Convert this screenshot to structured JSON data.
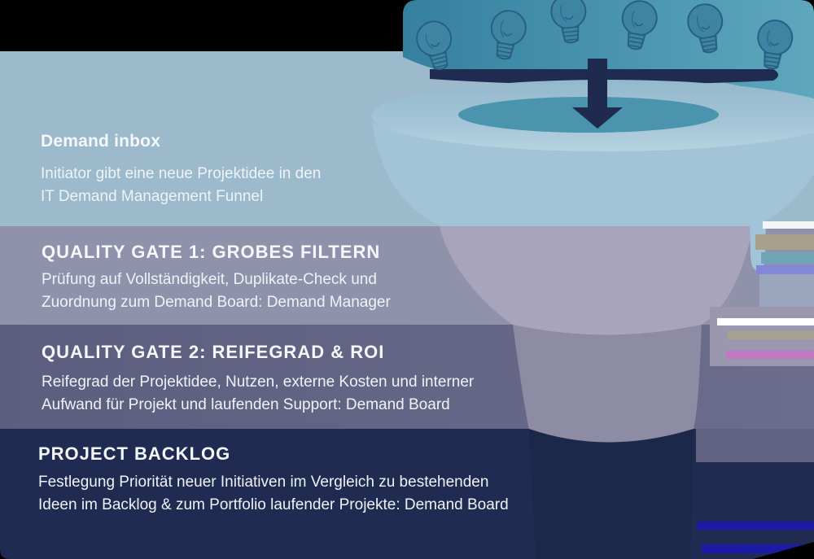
{
  "stages": [
    {
      "title": "Demand inbox",
      "line1": "Initiator gibt eine neue Projektidee in den",
      "line2": "IT Demand Management Funnel"
    },
    {
      "title": "QUALITY GATE 1: GROBES FILTERN",
      "line1": "Prüfung auf Vollständigkeit, Duplikate-Check und",
      "line2": "Zuordnung zum Demand Board: Demand Manager"
    },
    {
      "title": "QUALITY GATE 2: REIFEGRAD & ROI",
      "line1": "Reifegrad der Projektidee, Nutzen, externe Kosten und interner",
      "line2": "Aufwand für Projekt und laufenden Support: Demand Board"
    },
    {
      "title": "PROJECT BACKLOG",
      "line1": "Festlegung Priorität neuer Initiativen im Vergleich zu bestehenden",
      "line2": "Ideen im Backlog & zum Portfolio laufender Projekte: Demand Board"
    }
  ],
  "icons": {
    "ideas": "lightbulb-icon",
    "inflow": "down-arrow-icon"
  },
  "palette": {
    "band1": "#9cbacc",
    "band2": "#9092ac",
    "band3": "#5e5f80",
    "band4": "#1f2b50",
    "funnel_opening": "#4a94ae",
    "funnel_rim": "#a6c6d8",
    "funnel_bowl": "#a3c3d6",
    "funnel_mid": "#a7a4bb",
    "funnel_low": "#8e8ba4",
    "idea_teal": "#3d85a3",
    "arrow_navy": "#1e2b4e"
  }
}
